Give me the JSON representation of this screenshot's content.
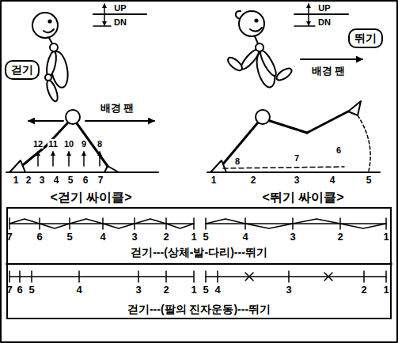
{
  "diagram": {
    "nodes": [
      {
        "text": [
          "걷기"
        ]
      },
      {
        "text": [
          "뛰기"
        ]
      },
      {
        "text": [
          "걷기---(상체-발-다리)---뛰기",
          "걷기---(팔의 진자운동)---뛰기"
        ]
      }
    ],
    "labels": [
      "UP",
      "DN",
      "배경 팬",
      "UP",
      "DN",
      "배경 팬",
      "12",
      "11",
      "10",
      "9",
      "8",
      "1",
      "2",
      "3",
      "4",
      "5",
      "6",
      "7",
      "<걷기 싸이클>",
      "8",
      "7",
      "6",
      "1",
      "2",
      "3",
      "4",
      "5",
      "<뛰기 싸이클>",
      "7",
      "6",
      "5",
      "4",
      "3",
      "2",
      "1",
      "5",
      "4",
      "3",
      "2",
      "1",
      "7",
      "6",
      "5",
      "4",
      "3",
      "2",
      "1",
      "5",
      "4",
      "3",
      "2",
      "1"
    ]
  }
}
